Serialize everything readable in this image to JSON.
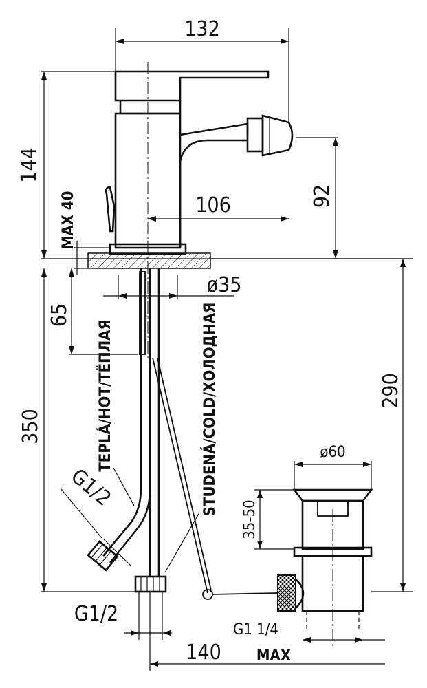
{
  "dimensions": {
    "width_total": "132",
    "height_total": "144",
    "spout_height": "92",
    "spout_reach": "106",
    "max_deck": "MAX 40",
    "hole_diameter": "ø35",
    "hose_length": "65",
    "flex_length": "350",
    "drain_length": "290",
    "drain_diameter": "ø60",
    "drain_range": "35-50",
    "thread_inlet": "G1/2",
    "thread_inlet_bottom": "G1/2",
    "thread_drain": "G1 1/4",
    "drain_reach": "140",
    "drain_reach_max": "MAX"
  },
  "labels": {
    "hot": "TEPLÁ/HOT/ТЁПЛАЯ",
    "cold": "STUDENÁ/COLD/ХОЛОДНАЯ"
  }
}
